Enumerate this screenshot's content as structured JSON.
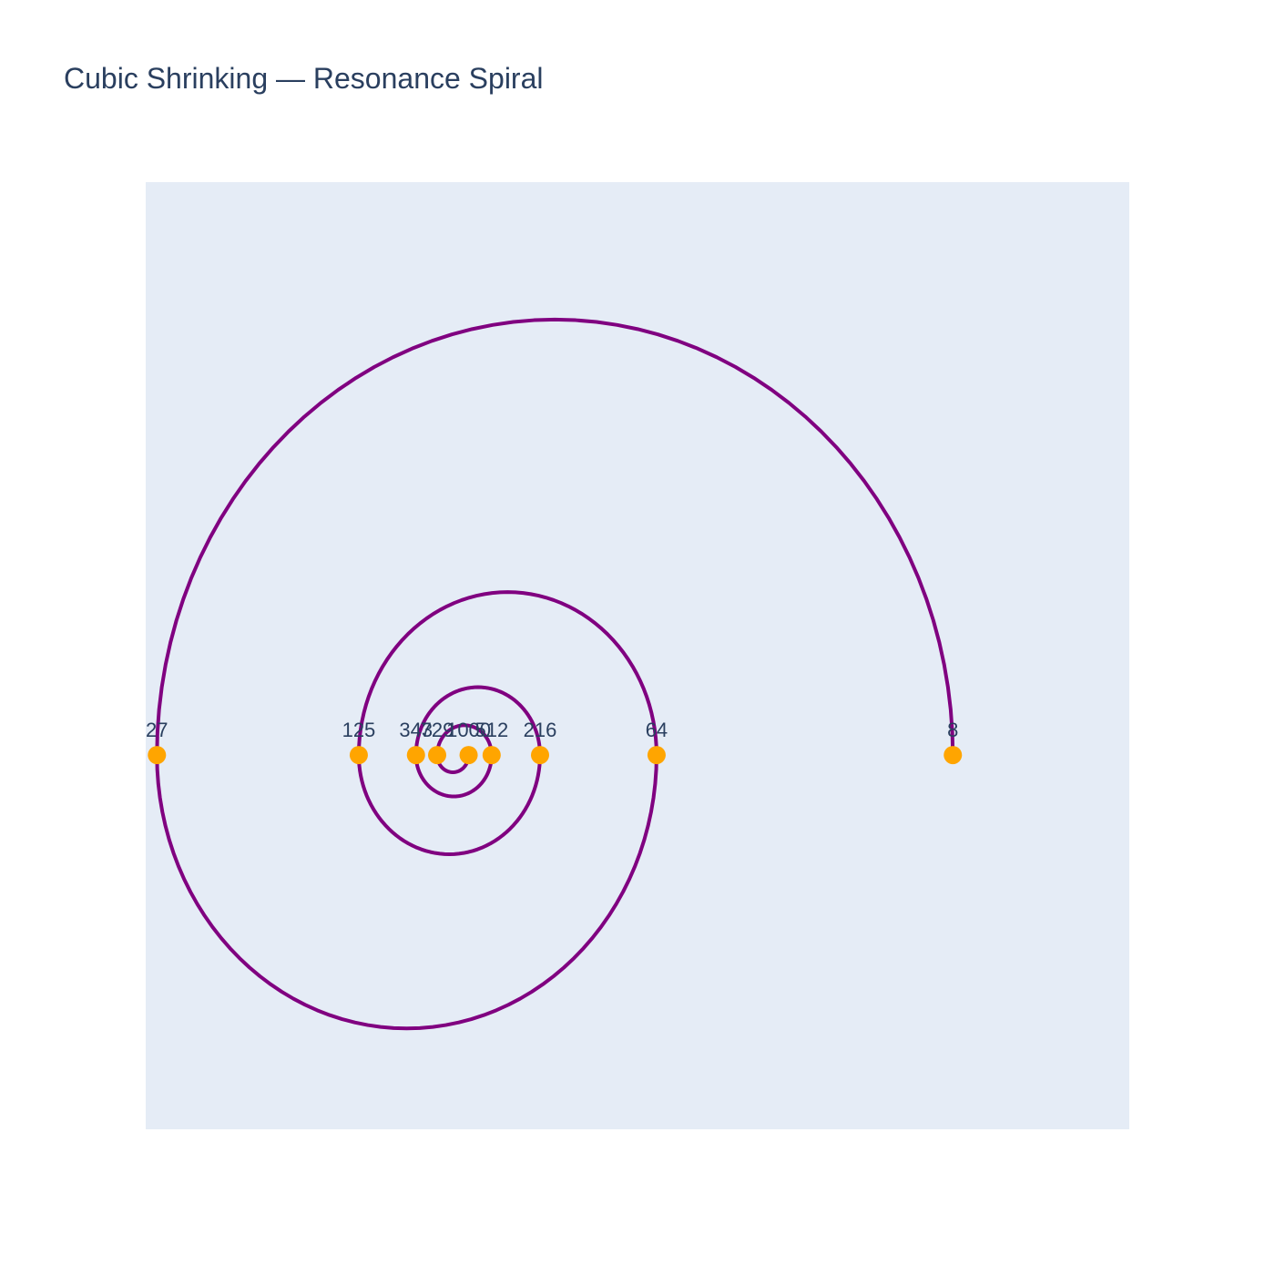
{
  "chart_data": {
    "type": "line",
    "title": "Cubic Shrinking — Resonance Spiral",
    "colors": {
      "spiral": "#800080",
      "markers": "#FFA500",
      "plot_bg": "#E5ECF6",
      "label": "#2a3f5f"
    },
    "grid": false,
    "axes_visible": false,
    "xlim": [
      -1.0,
      2.25
    ],
    "ylim": [
      -1.13,
      1.73
    ],
    "series": [
      {
        "mode": "markers+text",
        "points": [
          {
            "label": "8",
            "x": 1.667,
            "y": 0
          },
          {
            "label": "27",
            "x": -0.963,
            "y": 0
          },
          {
            "label": "64",
            "x": 0.688,
            "y": 0
          },
          {
            "label": "125",
            "x": -0.296,
            "y": 0
          },
          {
            "label": "216",
            "x": 0.303,
            "y": 0
          },
          {
            "label": "343",
            "x": -0.107,
            "y": 0
          },
          {
            "label": "512",
            "x": 0.143,
            "y": 0
          },
          {
            "label": "729",
            "x": -0.037,
            "y": 0
          },
          {
            "label": "1000",
            "x": 0.067,
            "y": 0
          }
        ]
      }
    ],
    "spiral": {
      "arcs": [
        {
          "start": 1.667,
          "end": -0.963
        },
        {
          "start": -0.963,
          "end": 0.688
        },
        {
          "start": 0.688,
          "end": -0.296
        },
        {
          "start": -0.296,
          "end": 0.303
        },
        {
          "start": 0.303,
          "end": -0.107
        },
        {
          "start": -0.107,
          "end": 0.143
        },
        {
          "start": 0.143,
          "end": -0.037
        },
        {
          "start": -0.037,
          "end": 0.067
        }
      ]
    }
  }
}
